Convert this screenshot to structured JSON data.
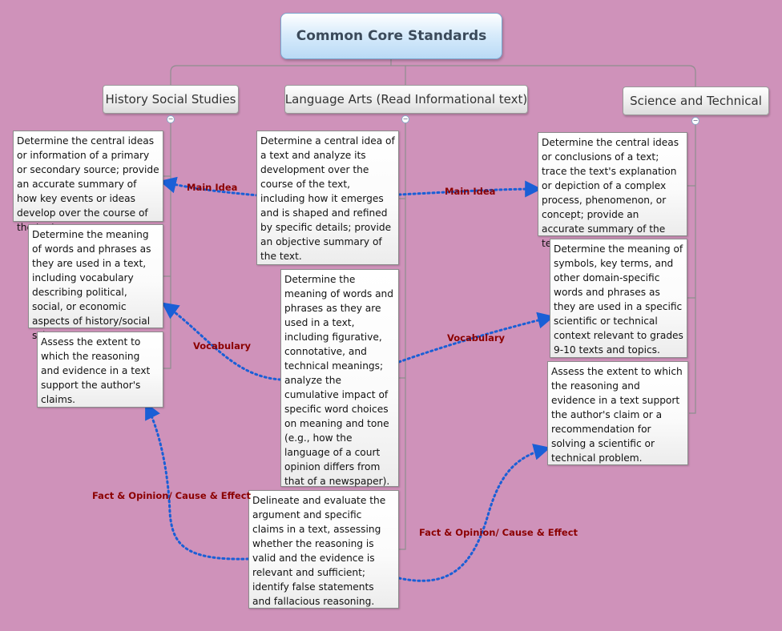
{
  "root": {
    "title": "Common Core Standards"
  },
  "branches": [
    {
      "title": "History Social Studies",
      "topics": [
        "Determine the central ideas or information of a primary or secondary source; provide an accurate summary of how key events or ideas develop over the course of the text.",
        "Determine the meaning of words and phrases as they are used in a text, including vocabulary describing political, social, or economic aspects of history/social science.",
        "Assess the extent to which the reasoning and evidence in a text support the author's claims."
      ]
    },
    {
      "title": "Language Arts (Read Informational text)",
      "topics": [
        "Determine a central idea of a text and analyze its development over the course of the text, including how it emerges and is shaped and refined by specific details; provide an objective summary of the text.",
        "Determine the meaning of words and phrases as they are used in a text, including figurative, connotative, and technical meanings; analyze the cumulative impact of specific word choices on meaning and tone (e.g., how the language of a court opinion differs from that of a newspaper).",
        "Delineate and evaluate the argument and specific claims in a text, assessing whether the reasoning is valid and the evidence is relevant and sufficient; identify false statements and fallacious reasoning."
      ]
    },
    {
      "title": "Science and Technical",
      "topics": [
        "Determine the central ideas or conclusions of a text; trace the text's explanation or depiction of a complex process, phenomenon, or concept; provide an accurate summary of the text.",
        "Determine the meaning of symbols, key terms, and other domain-specific words and phrases as they are used in a specific scientific or technical context relevant to grades 9-10 texts and topics.",
        "Assess the extent to which the reasoning and evidence in a text support the author's claim or a recommendation for solving a scientific or technical problem."
      ]
    }
  ],
  "relationships": [
    {
      "label": "Main Idea"
    },
    {
      "label": "Main Idea"
    },
    {
      "label": "Vocabulary"
    },
    {
      "label": "Vocabulary"
    },
    {
      "label": "Fact & Opinion/ Cause & Effect"
    },
    {
      "label": "Fact & Opinion/ Cause & Effect"
    }
  ],
  "toggle_symbol": "−",
  "colors": {
    "background": "#cf92ba",
    "relationship_line": "#1a5fd6",
    "relationship_label": "#8b0000"
  }
}
